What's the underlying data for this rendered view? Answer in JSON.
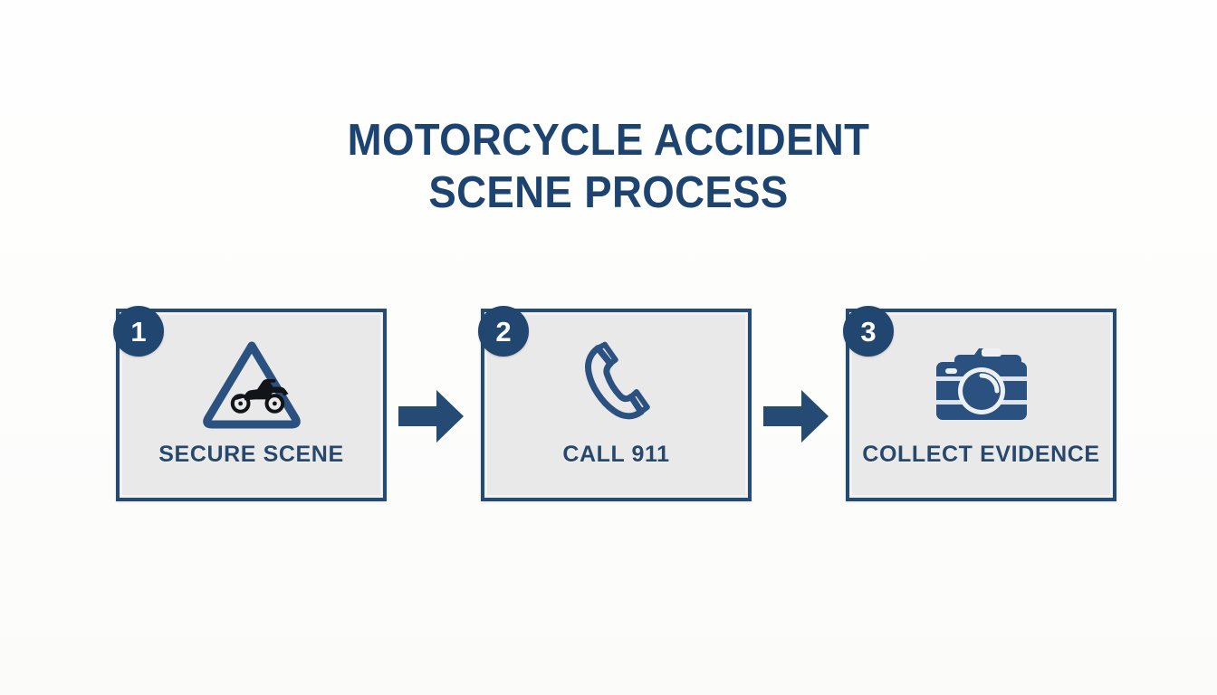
{
  "title": {
    "line1": "MOTORCYCLE ACCIDENT",
    "line2": "SCENE PROCESS"
  },
  "colors": {
    "navy": "#254b75",
    "navy_dark": "#1d4470",
    "badge": "#214670",
    "card_fill": "#e9e9e9",
    "background": "#fdfdfc",
    "label_text": "#27486c"
  },
  "steps": [
    {
      "number": "1",
      "label": "SECURE SCENE",
      "icon": "motorcycle-warning-triangle-icon"
    },
    {
      "number": "2",
      "label": "CALL 911",
      "icon": "telephone-handset-icon"
    },
    {
      "number": "3",
      "label": "COLLECT EVIDENCE",
      "icon": "camera-icon"
    }
  ],
  "connectors": [
    {
      "name": "arrow-step1-to-step2",
      "direction": "right"
    },
    {
      "name": "arrow-step2-to-step3",
      "direction": "right"
    }
  ]
}
